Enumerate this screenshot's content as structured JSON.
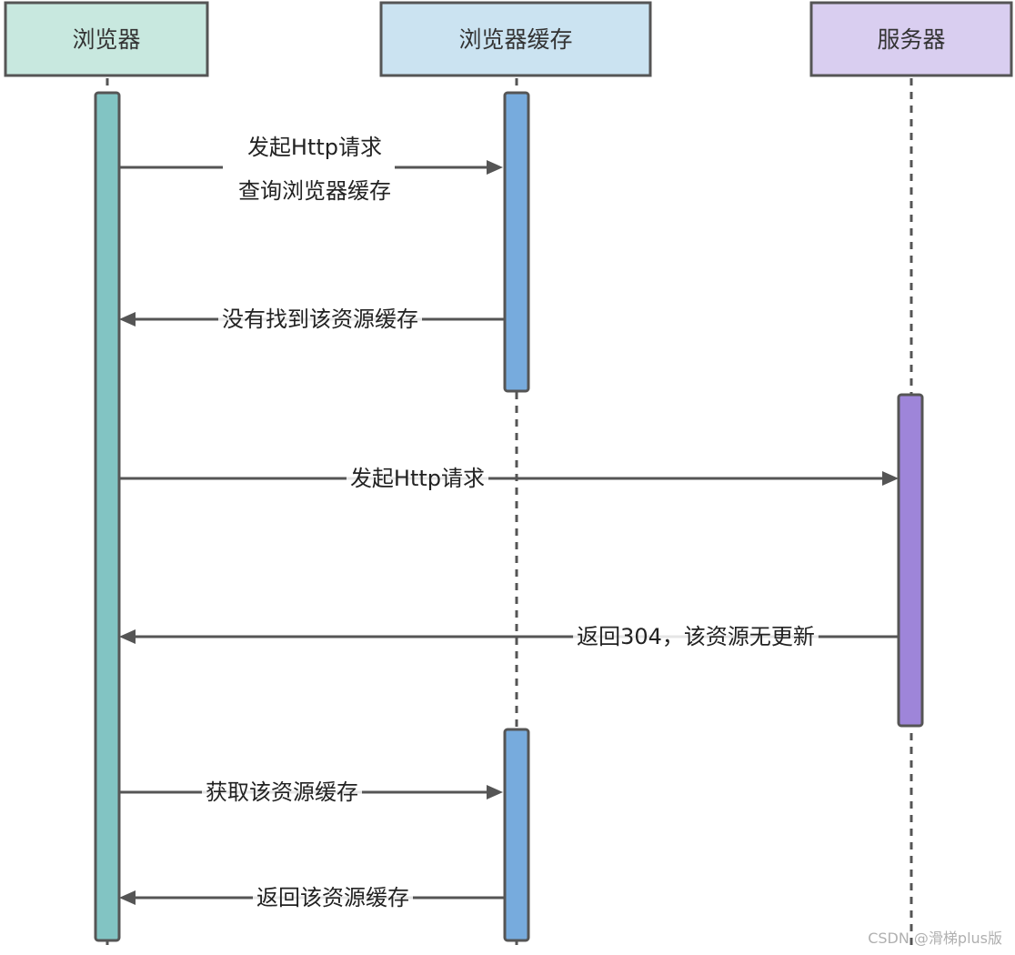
{
  "participants": [
    {
      "id": "browser",
      "label": "浏览器",
      "fill": "#c8e8df",
      "activation_fill": "#82c4c3"
    },
    {
      "id": "cache",
      "label": "浏览器缓存",
      "fill": "#cbe3f1",
      "activation_fill": "#77abdd"
    },
    {
      "id": "server",
      "label": "服务器",
      "fill": "#d9cef0",
      "activation_fill": "#9e85d9"
    }
  ],
  "messages": [
    {
      "from": "browser",
      "to": "cache",
      "lines": [
        "发起Http请求",
        "查询浏览器缓存"
      ]
    },
    {
      "from": "cache",
      "to": "browser",
      "lines": [
        "没有找到该资源缓存"
      ]
    },
    {
      "from": "browser",
      "to": "server",
      "lines": [
        "发起Http请求"
      ]
    },
    {
      "from": "server",
      "to": "browser",
      "lines": [
        "返回304，该资源无更新"
      ]
    },
    {
      "from": "browser",
      "to": "cache",
      "lines": [
        "获取该资源缓存"
      ]
    },
    {
      "from": "cache",
      "to": "browser",
      "lines": [
        "返回该资源缓存"
      ]
    }
  ],
  "watermark": "CSDN @滑梯plus版",
  "colors": {
    "line": "#555555",
    "text": "#222222"
  }
}
